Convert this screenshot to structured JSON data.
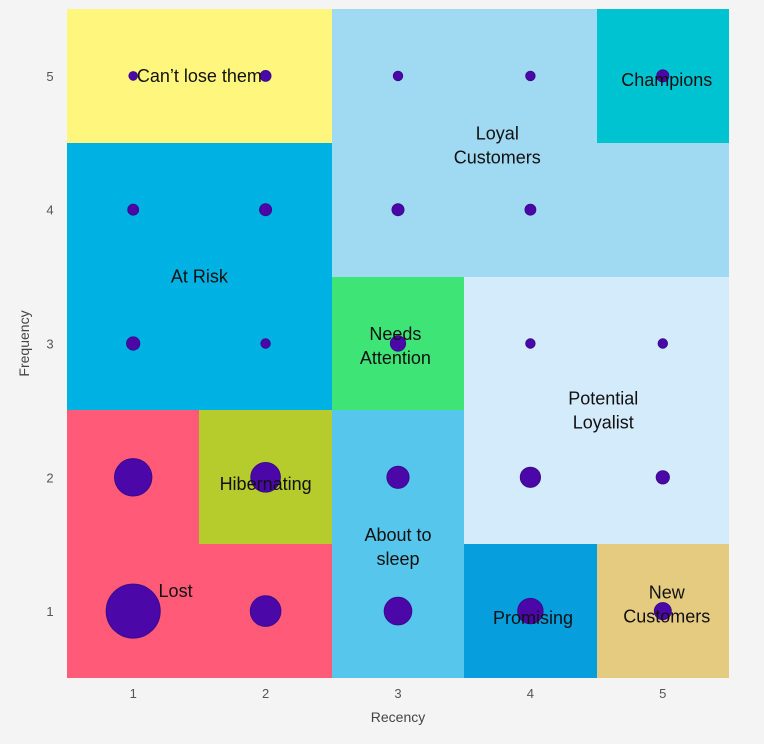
{
  "chart_data": {
    "type": "scatter",
    "subtype": "rfm-segment-bubble",
    "xlabel": "Recency",
    "ylabel": "Frequency",
    "x_ticks": [
      "1",
      "2",
      "3",
      "4",
      "5"
    ],
    "y_ticks": [
      "1",
      "2",
      "3",
      "4",
      "5"
    ],
    "xlim": [
      0.5,
      5.5
    ],
    "ylim": [
      0.5,
      5.5
    ],
    "grid": false,
    "legend": "none",
    "segments": [
      {
        "name": "Lost",
        "lines": [
          "Lost"
        ],
        "color": "#ff5a78",
        "cells": [
          [
            1,
            1
          ],
          [
            2,
            1
          ],
          [
            1,
            2
          ]
        ],
        "label_at": [
          1.32,
          1.15
        ]
      },
      {
        "name": "Hibernating",
        "lines": [
          "Hibernating"
        ],
        "color": "#b5cc2c",
        "cells": [
          [
            2,
            2
          ]
        ],
        "label_at": [
          2.0,
          1.95
        ]
      },
      {
        "name": "About to sleep",
        "lines": [
          "About to",
          "sleep"
        ],
        "color": "#56c6ec",
        "cells": [
          [
            3,
            1
          ],
          [
            3,
            2
          ]
        ],
        "label_at": [
          3.0,
          1.48
        ]
      },
      {
        "name": "Promising",
        "lines": [
          "Promising"
        ],
        "color": "#079ede",
        "cells": [
          [
            4,
            1
          ]
        ],
        "label_at": [
          4.02,
          0.95
        ]
      },
      {
        "name": "New Customers",
        "lines": [
          "New",
          "Customers"
        ],
        "color": "#e5cb80",
        "cells": [
          [
            5,
            1
          ]
        ],
        "label_at": [
          5.03,
          1.05
        ]
      },
      {
        "name": "Potential Loyalist",
        "lines": [
          "Potential",
          "Loyalist"
        ],
        "color": "#d3ebfa",
        "cells": [
          [
            4,
            2
          ],
          [
            5,
            2
          ],
          [
            4,
            3
          ],
          [
            5,
            3
          ]
        ],
        "label_at": [
          4.55,
          2.5
        ]
      },
      {
        "name": "Needs Attention",
        "lines": [
          "Needs",
          "Attention"
        ],
        "color": "#3ee476",
        "cells": [
          [
            3,
            3
          ]
        ],
        "label_at": [
          2.98,
          2.98
        ]
      },
      {
        "name": "At Risk",
        "lines": [
          "At Risk"
        ],
        "color": "#00b1e3",
        "cells": [
          [
            1,
            3
          ],
          [
            2,
            3
          ],
          [
            1,
            4
          ],
          [
            2,
            4
          ]
        ],
        "label_at": [
          1.5,
          3.5
        ]
      },
      {
        "name": "Can't lose them",
        "lines": [
          "Can’t lose them"
        ],
        "color": "#fff67e",
        "cells": [
          [
            1,
            5
          ],
          [
            2,
            5
          ]
        ],
        "label_at": [
          1.5,
          5.0
        ]
      },
      {
        "name": "Loyal Customers",
        "lines": [
          "Loyal",
          "Customers"
        ],
        "color": "#a0d9f2",
        "cells": [
          [
            3,
            4
          ],
          [
            4,
            4
          ],
          [
            5,
            4
          ],
          [
            3,
            5
          ],
          [
            4,
            5
          ]
        ],
        "label_at": [
          3.75,
          4.48
        ]
      },
      {
        "name": "Champions",
        "lines": [
          "Champions"
        ],
        "color": "#00c3d1",
        "cells": [
          [
            5,
            5
          ]
        ],
        "label_at": [
          5.03,
          4.97
        ]
      }
    ],
    "points": [
      {
        "x": 1,
        "y": 1,
        "size": 100
      },
      {
        "x": 2,
        "y": 1,
        "size": 32
      },
      {
        "x": 3,
        "y": 1,
        "size": 26
      },
      {
        "x": 4,
        "y": 1,
        "size": 22
      },
      {
        "x": 5,
        "y": 1,
        "size": 10
      },
      {
        "x": 1,
        "y": 2,
        "size": 48
      },
      {
        "x": 2,
        "y": 2,
        "size": 30
      },
      {
        "x": 3,
        "y": 2,
        "size": 17
      },
      {
        "x": 4,
        "y": 2,
        "size": 14
      },
      {
        "x": 5,
        "y": 2,
        "size": 6
      },
      {
        "x": 1,
        "y": 3,
        "size": 6
      },
      {
        "x": 2,
        "y": 3,
        "size": 3
      },
      {
        "x": 3,
        "y": 3,
        "size": 8
      },
      {
        "x": 4,
        "y": 3,
        "size": 3
      },
      {
        "x": 5,
        "y": 3,
        "size": 3
      },
      {
        "x": 1,
        "y": 4,
        "size": 4
      },
      {
        "x": 2,
        "y": 4,
        "size": 5
      },
      {
        "x": 3,
        "y": 4,
        "size": 5
      },
      {
        "x": 4,
        "y": 4,
        "size": 4
      },
      {
        "x": 1,
        "y": 5,
        "size": 2
      },
      {
        "x": 2,
        "y": 5,
        "size": 4
      },
      {
        "x": 3,
        "y": 5,
        "size": 3
      },
      {
        "x": 4,
        "y": 5,
        "size": 3
      },
      {
        "x": 5,
        "y": 5,
        "size": 5
      }
    ],
    "point_color": "#4b07a8",
    "point_edge_color": "#3a0a8c"
  }
}
